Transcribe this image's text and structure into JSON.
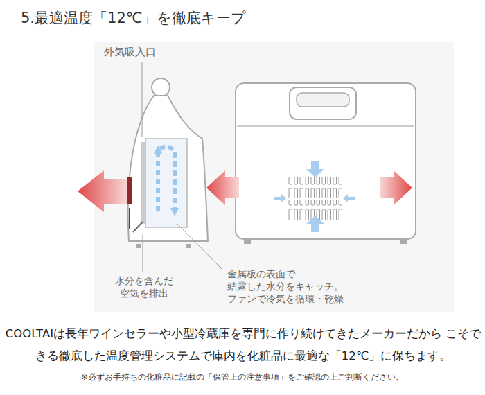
{
  "diagram": {
    "title": "5.最適温度「12℃」を徹底キープ",
    "caption": "COOLTAIは長年ワインセラーや小型冷蔵庫を専門に作り続けてきたメーカーだから こそできる徹底した温度管理システムで庫内を化粧品に最適な「12℃」に保ちます。",
    "labels": [
      "外気吸入口",
      "水分を含んだ 空気を排出",
      "金属板の表面で 結露した水分をキャッチ。 ファンで冷気を循環・乾燥",
      "※必ずお手持ちの化粧品に記載の「保管上の注意事項」をご確認の上ご判断ください。"
    ]
  }
}
